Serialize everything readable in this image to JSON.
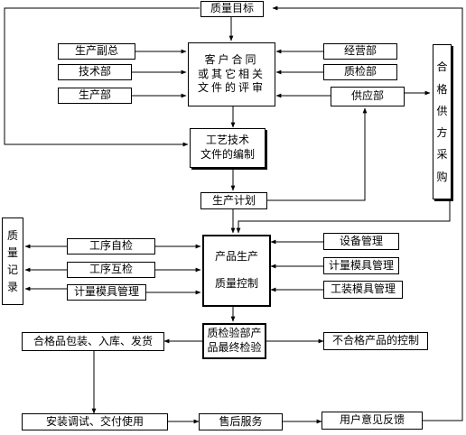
{
  "nodes": {
    "quality_goal": "质量目标",
    "prod_deputy": "生产副总",
    "tech_dept": "技术部",
    "prod_dept": "生产部",
    "contract_review": [
      "客户合同",
      "或其它相关",
      "文件的评审"
    ],
    "business_dept": "经营部",
    "qc_dept": "质检部",
    "supply_dept": "供应部",
    "qualified_purchase": [
      "合",
      "格",
      "供",
      "方",
      "采",
      "购"
    ],
    "process_docs": [
      "工艺技术",
      "文件的编制"
    ],
    "prod_plan": "生产计划",
    "quality_record": [
      "质",
      "量",
      "记",
      "录"
    ],
    "self_check": "工序自检",
    "mutual_check": "工序互检",
    "gauge_left": "计量模具管理",
    "prod_control": [
      "产品生产",
      "质量控制"
    ],
    "equipment": "设备管理",
    "gauge_right": "计量模具管理",
    "tooling": "工装模具管理",
    "final_inspection": [
      "质检验部产",
      "品最终检验"
    ],
    "packing": "合格品包装、入库、发货",
    "nonconforming": "不合格产品的控制",
    "install": "安装调试、交付使用",
    "after_sales": "售后服务",
    "feedback": "用户意见反馈"
  }
}
